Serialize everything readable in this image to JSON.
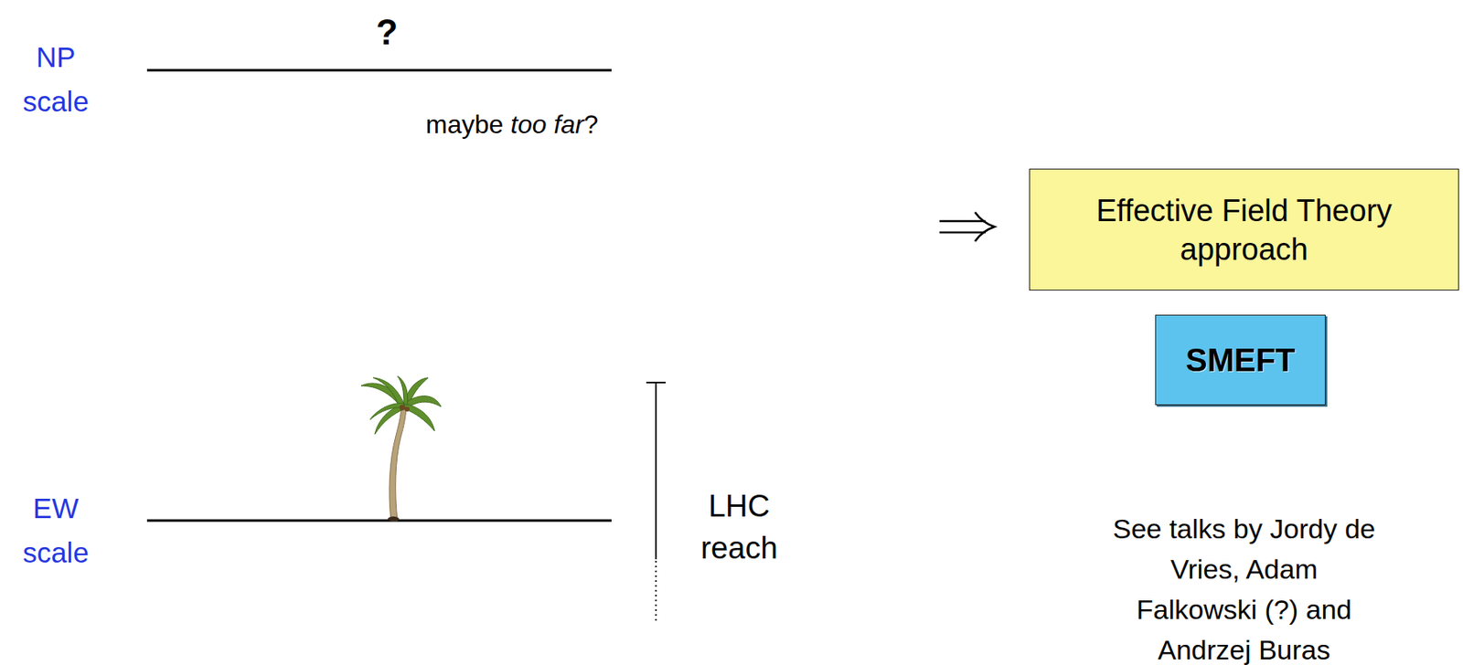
{
  "diagram": {
    "nodes": [
      {
        "text": [
          "Effective Field Theory approach"
        ]
      },
      {
        "text": [
          "SMEFT"
        ]
      }
    ],
    "labels": [
      "NP scale",
      "?",
      "maybe",
      "too far",
      "?",
      "EW scale",
      "LHC reach",
      "See talks by Jordy de Vries, Adam Falkowski (?) and Andrzej Buras"
    ]
  }
}
